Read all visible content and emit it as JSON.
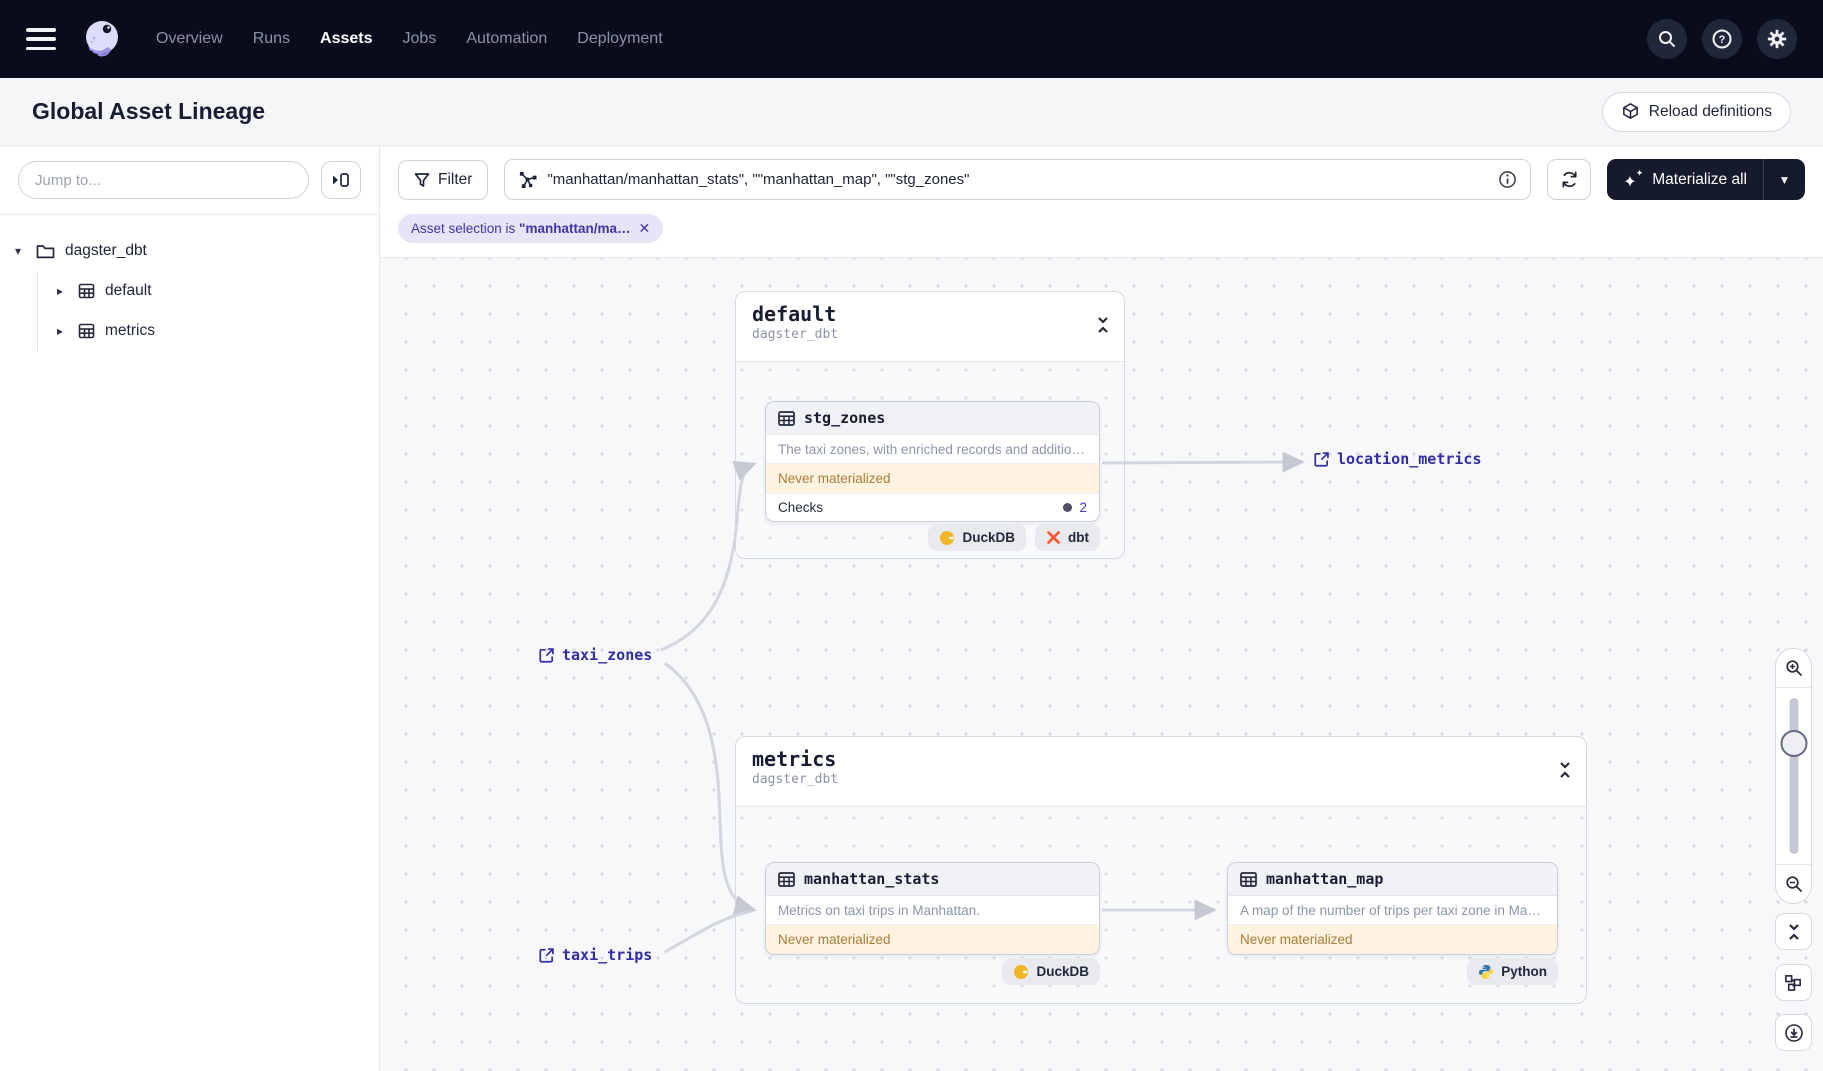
{
  "nav": {
    "items": [
      "Overview",
      "Runs",
      "Assets",
      "Jobs",
      "Automation",
      "Deployment"
    ],
    "active": "Assets"
  },
  "header": {
    "title": "Global Asset Lineage",
    "reload_label": "Reload definitions"
  },
  "sidebar": {
    "jump_placeholder": "Jump to...",
    "tree": {
      "root": "dagster_dbt",
      "children": [
        "default",
        "metrics"
      ]
    }
  },
  "toolbar": {
    "filter_label": "Filter",
    "query_value": "\"manhattan/manhattan_stats\", \"\"manhattan_map\", \"\"stg_zones\"",
    "materialize_label": "Materialize all"
  },
  "selection_chip": {
    "prefix": "Asset selection is ",
    "value": "\"manhattan/ma…"
  },
  "graph": {
    "groups": [
      {
        "name": "default",
        "subtitle": "dagster_dbt"
      },
      {
        "name": "metrics",
        "subtitle": "dagster_dbt"
      }
    ],
    "nodes": [
      {
        "name": "stg_zones",
        "desc": "The taxi zones, with enriched records and additio…",
        "status": "Never materialized",
        "checks_label": "Checks",
        "checks_count": "2",
        "tags": [
          "DuckDB",
          "dbt"
        ]
      },
      {
        "name": "manhattan_stats",
        "desc": "Metrics on taxi trips in Manhattan.",
        "status": "Never materialized",
        "tags": [
          "DuckDB"
        ]
      },
      {
        "name": "manhattan_map",
        "desc": "A map of the number of trips per taxi zone in Ma…",
        "status": "Never materialized",
        "tags": [
          "Python"
        ]
      }
    ],
    "external_assets": [
      "taxi_zones",
      "location_metrics",
      "taxi_trips"
    ]
  },
  "colors": {
    "nav_bg": "#090c1b",
    "indigo_link": "#312da5",
    "status_bg": "#fdf3e0",
    "status_text": "#aa7c39",
    "edge": "#d2d6df",
    "duckdb_yellow": "#f2b528",
    "dbt_orange": "#ff5633",
    "python_blue": "#3776ab",
    "python_yellow": "#ffd43b"
  }
}
